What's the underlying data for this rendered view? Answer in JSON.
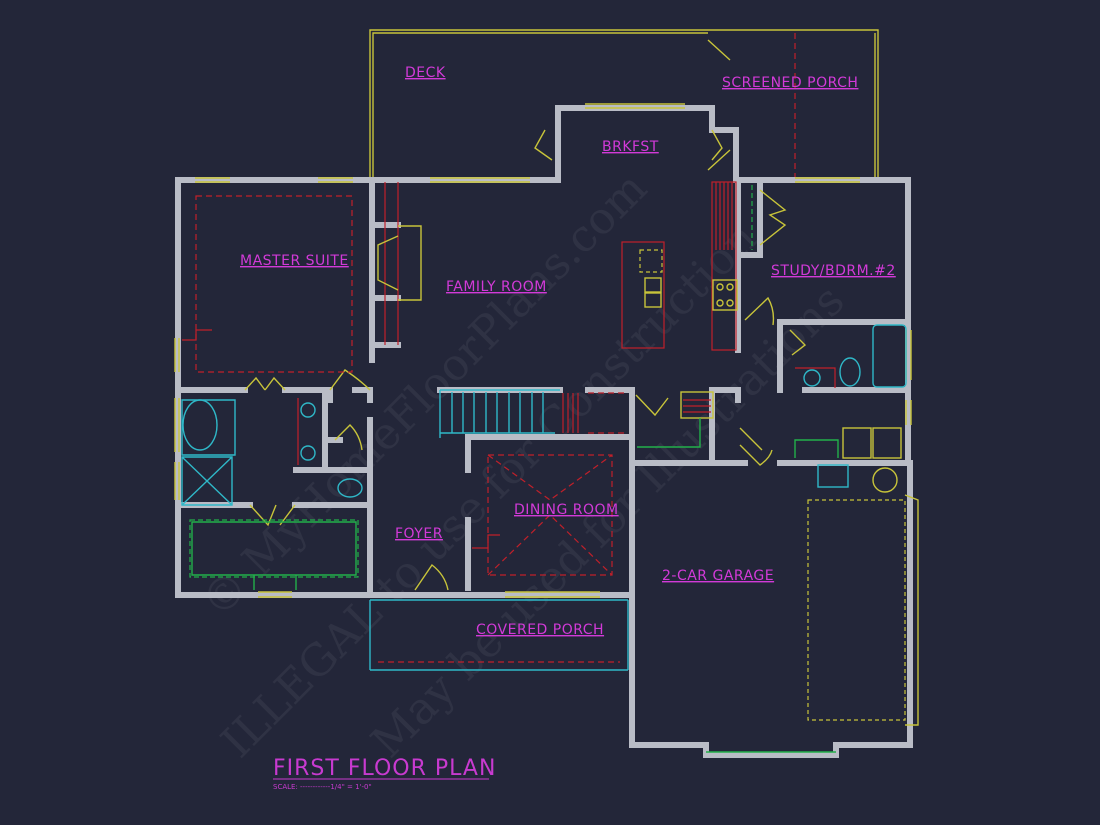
{
  "plan": {
    "title": "FIRST FLOOR PLAN",
    "scale": "SCALE: ------------1/4\" = 1'-0\"",
    "rooms": {
      "deck": "DECK",
      "screened_porch": "SCREENED PORCH",
      "brkfst": "BRKFST",
      "master_suite": "MASTER SUITE",
      "family_room": "FAMILY ROOM",
      "study": "STUDY/BDRM.#2",
      "dining_room": "DINING ROOM",
      "foyer": "FOYER",
      "garage": "2-CAR GARAGE",
      "covered_porch": "COVERED PORCH"
    },
    "watermark": [
      "© MyHomeFloorPlans.com",
      "ILLEGAL to use for Construction",
      "May be used for Illustrations"
    ]
  },
  "colors": {
    "background": "#232639",
    "labels": "#d23ad8",
    "walls": "#b9bcc6",
    "doors_windows": "#c8c43a",
    "fixtures": "#2fb8c8",
    "ceiling": "#c0202a"
  }
}
